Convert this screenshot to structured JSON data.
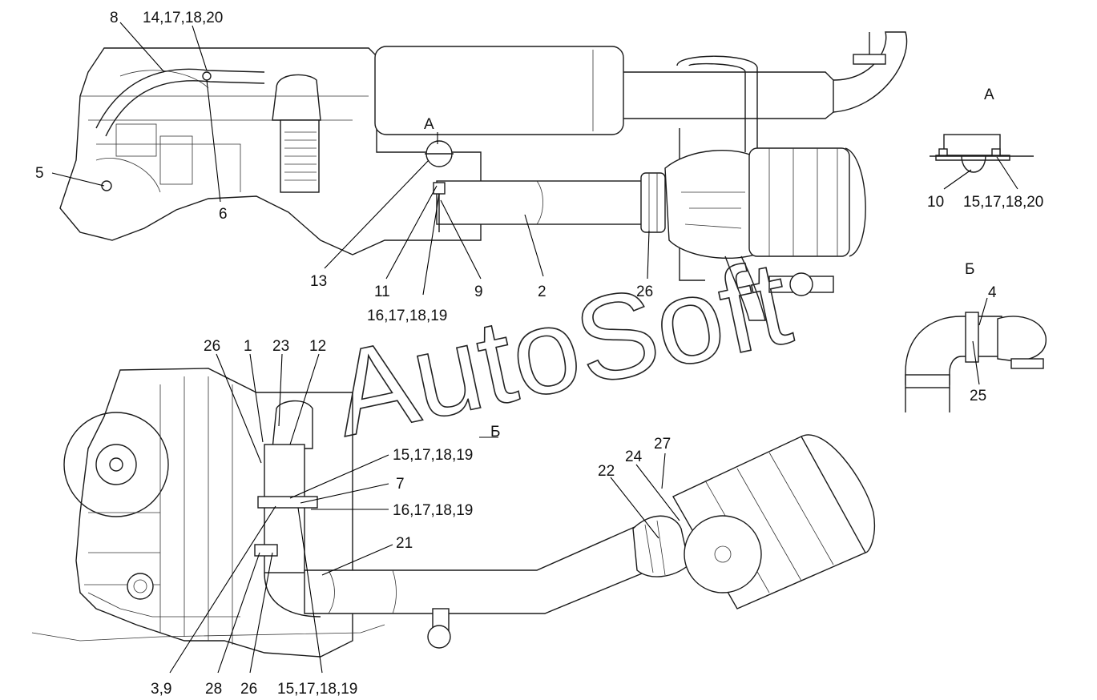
{
  "callouts_top": [
    "8",
    "14,17,18,20",
    "5",
    "6",
    "13",
    "11",
    "16,17,18,19",
    "9",
    "2",
    "26",
    "А"
  ],
  "callouts_bottom": [
    "26",
    "1",
    "23",
    "12",
    "Б",
    "15,17,18,19",
    "7",
    "16,17,18,19",
    "21",
    "22",
    "24",
    "27",
    "3,9",
    "28",
    "26",
    "15,17,18,19"
  ],
  "view_a": {
    "title": "А",
    "labels": [
      "10",
      "15,17,18,20"
    ]
  },
  "view_b": {
    "title": "Б",
    "labels": [
      "4",
      "25"
    ]
  },
  "watermark": "AutoSoft"
}
